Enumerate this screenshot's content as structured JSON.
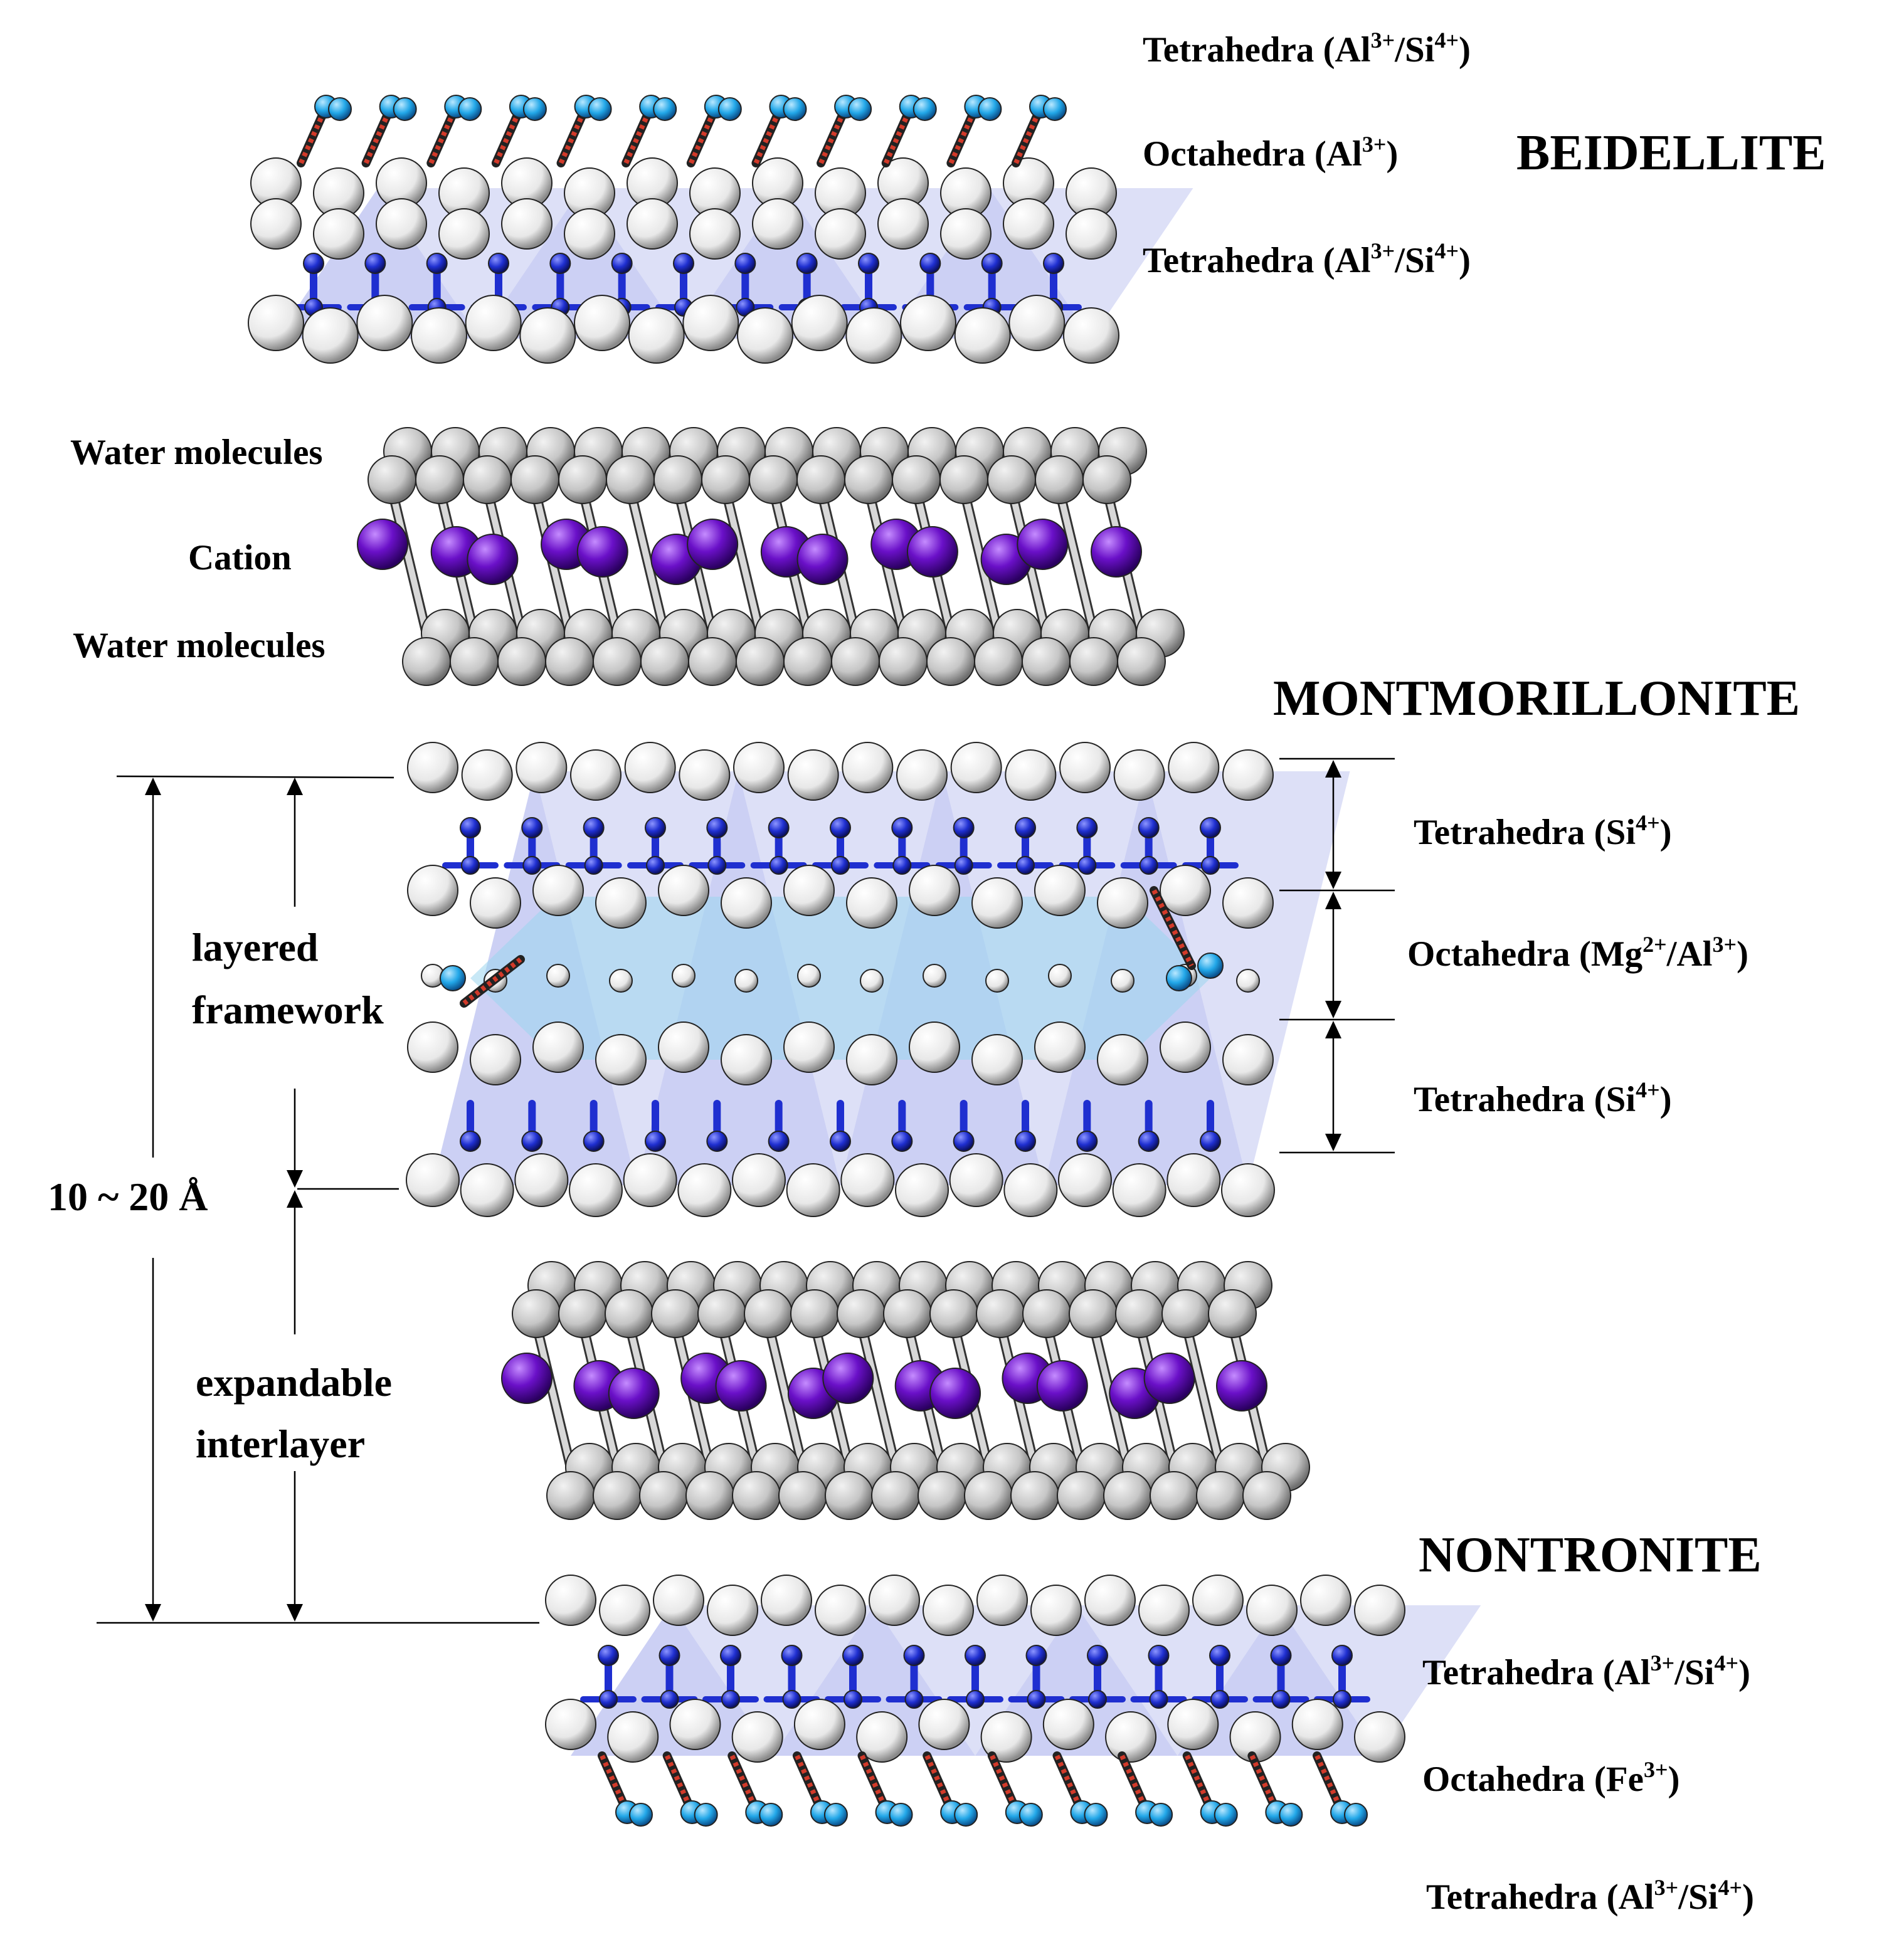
{
  "beidellite": {
    "title": "BEIDELLITE",
    "layers": [
      {
        "name": "Tetrahedra (Al",
        "sup1": "3+",
        "mid": "/Si",
        "sup2": "4+",
        "tail": ")"
      },
      {
        "name": "Octahedra (Al",
        "sup1": "3+",
        "tail": ")"
      },
      {
        "name": "Tetrahedra (Al",
        "sup1": "3+",
        "mid": "/Si",
        "sup2": "4+",
        "tail": ")"
      }
    ]
  },
  "interlayer_labels": {
    "water_top": "Water molecules",
    "cation": "Cation",
    "water_bottom": "Water molecules"
  },
  "montmorillonite": {
    "title": "MONTMORILLONITE",
    "layers": [
      {
        "name": "Tetrahedra (Si",
        "sup1": "4+",
        "tail": ")"
      },
      {
        "name": "Octahedra (Mg",
        "sup1": "2+",
        "mid": "/Al",
        "sup2": "3+",
        "tail": ")"
      },
      {
        "name": "Tetrahedra (Si",
        "sup1": "4+",
        "tail": ")"
      }
    ]
  },
  "dimensions": {
    "layered_1": "layered",
    "layered_2": "framework",
    "spacing": "10 ~ 20 Å",
    "expand_1": "expandable",
    "expand_2": "interlayer"
  },
  "nontronite": {
    "title": "NONTRONITE",
    "layers": [
      {
        "name": "Tetrahedra (Al",
        "sup1": "3+",
        "mid": "/Si",
        "sup2": "4+",
        "tail": ")"
      },
      {
        "name": "Octahedra (Fe",
        "sup1": "3+",
        "tail": ")"
      },
      {
        "name": "Tetrahedra (Al",
        "sup1": "3+",
        "mid": "/Si",
        "sup2": "4+",
        "tail": ")"
      }
    ]
  },
  "colors": {
    "tetra_plane": "#8f97e6",
    "octa_plane": "#9ad6ef",
    "bond_blue": "#1f2fd0",
    "oxygen": "#f4f4f4",
    "water": "#cfcfcf",
    "cation": "#6a10c8",
    "hydrogen": "#22a7e8",
    "hbond": "#d23a2a"
  }
}
